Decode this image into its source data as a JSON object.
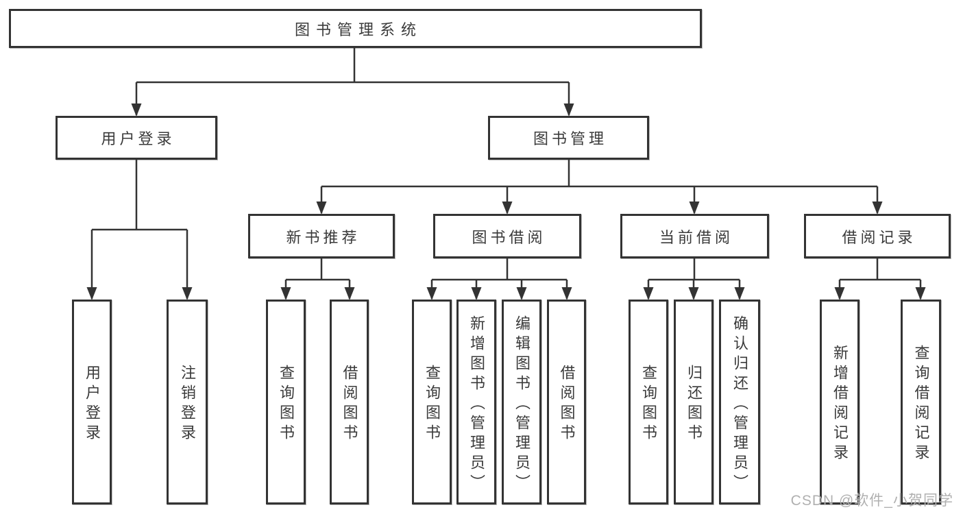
{
  "diagram": {
    "root": {
      "label": "图书管理系统"
    },
    "children": [
      {
        "label": "用户登录",
        "children": [
          {
            "label": "用户登录"
          },
          {
            "label": "注销登录"
          }
        ]
      },
      {
        "label": "图书管理",
        "children": [
          {
            "label": "新书推荐",
            "children": [
              {
                "label": "查询图书"
              },
              {
                "label": "借阅图书"
              }
            ]
          },
          {
            "label": "图书借阅",
            "children": [
              {
                "label": "查询图书"
              },
              {
                "label": "新增图书（管理员）"
              },
              {
                "label": "编辑图书（管理员）"
              },
              {
                "label": "借阅图书"
              }
            ]
          },
          {
            "label": "当前借阅",
            "children": [
              {
                "label": "查询图书"
              },
              {
                "label": "归还图书"
              },
              {
                "label": "确认归还（管理员）"
              }
            ]
          },
          {
            "label": "借阅记录",
            "children": [
              {
                "label": "新增借阅记录"
              },
              {
                "label": "查询借阅记录"
              }
            ]
          }
        ]
      }
    ]
  },
  "watermark": {
    "text": "CSDN @软件_小贺同学"
  },
  "colors": {
    "line": "#333333",
    "box_border": "#333333",
    "text": "#3a3a3a",
    "watermark": "#b0b0b0",
    "background": "#ffffff"
  }
}
